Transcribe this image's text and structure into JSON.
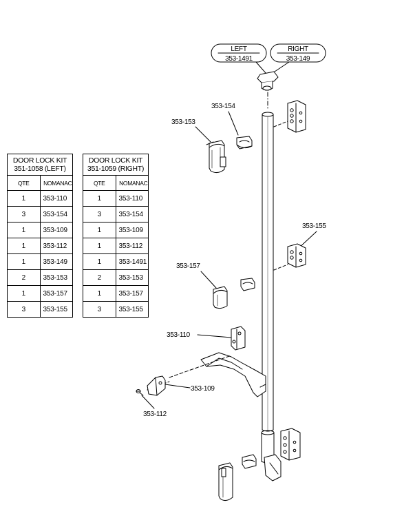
{
  "kits": [
    {
      "title_line1": "DOOR LOCK KIT",
      "title_line2": "351-1058 (LEFT)",
      "col_qty": "QTE",
      "col_part": "NOMANAC",
      "rows": [
        {
          "qty": "1",
          "part": "353-110"
        },
        {
          "qty": "3",
          "part": "353-154"
        },
        {
          "qty": "1",
          "part": "353-109"
        },
        {
          "qty": "1",
          "part": "353-112"
        },
        {
          "qty": "1",
          "part": "353-149"
        },
        {
          "qty": "2",
          "part": "353-153"
        },
        {
          "qty": "1",
          "part": "353-157"
        },
        {
          "qty": "3",
          "part": "353-155"
        }
      ]
    },
    {
      "title_line1": "DOOR LOCK KIT",
      "title_line2": "351-1059 (RIGHT)",
      "col_qty": "QTE",
      "col_part": "NOMANAC",
      "rows": [
        {
          "qty": "1",
          "part": "353-110"
        },
        {
          "qty": "3",
          "part": "353-154"
        },
        {
          "qty": "1",
          "part": "353-109"
        },
        {
          "qty": "1",
          "part": "353-112"
        },
        {
          "qty": "1",
          "part": "353-1491"
        },
        {
          "qty": "2",
          "part": "353-153"
        },
        {
          "qty": "1",
          "part": "353-157"
        },
        {
          "qty": "3",
          "part": "353-155"
        }
      ]
    }
  ],
  "callouts": {
    "left_side": "LEFT",
    "left_part": "353-1491",
    "right_side": "RIGHT",
    "right_part": "353-149",
    "p154": "353-154",
    "p153": "353-153",
    "p155": "353-155",
    "p157": "353-157",
    "p110": "353-110",
    "p109": "353-109",
    "p112": "353-112"
  }
}
